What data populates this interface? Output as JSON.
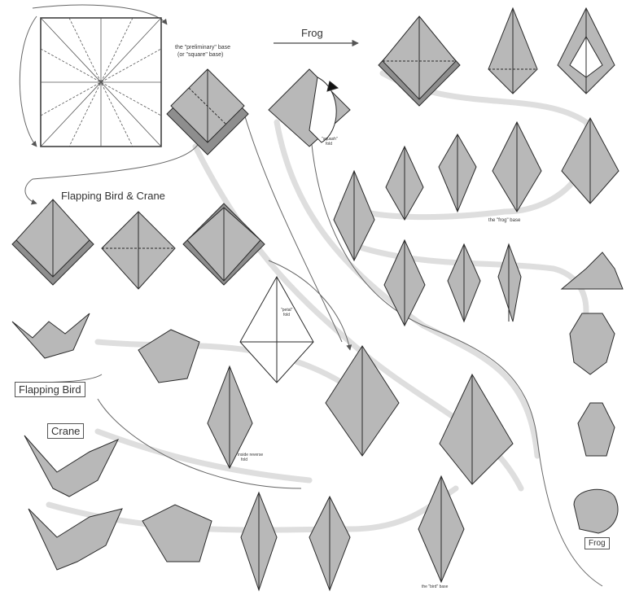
{
  "sections": {
    "frog_header": "Frog",
    "bird_header": "Flapping Bird & Crane",
    "flapping_bird": "Flapping Bird",
    "crane": "Crane",
    "frog": "Frog"
  },
  "notes": {
    "preliminary_base_line1": "the \"preliminary\" base",
    "preliminary_base_line2": "(or \"square\" base)",
    "squash_line1": "\"squash\"",
    "squash_line2": "fold",
    "petal_line1": "\"petal\"",
    "petal_line2": "fold",
    "frog_base": "the \"frog\" base",
    "squash": "\"squash\"",
    "bird_base": "the \"bird\" base",
    "inside_reverse_line1": "inside reverse",
    "inside_reverse_line2": "fold"
  },
  "colors": {
    "paper": "#b8b8b8",
    "paper_dark": "#8e8e8e",
    "line": "#2a2a2a",
    "flow_path": "#d9d9d9"
  }
}
